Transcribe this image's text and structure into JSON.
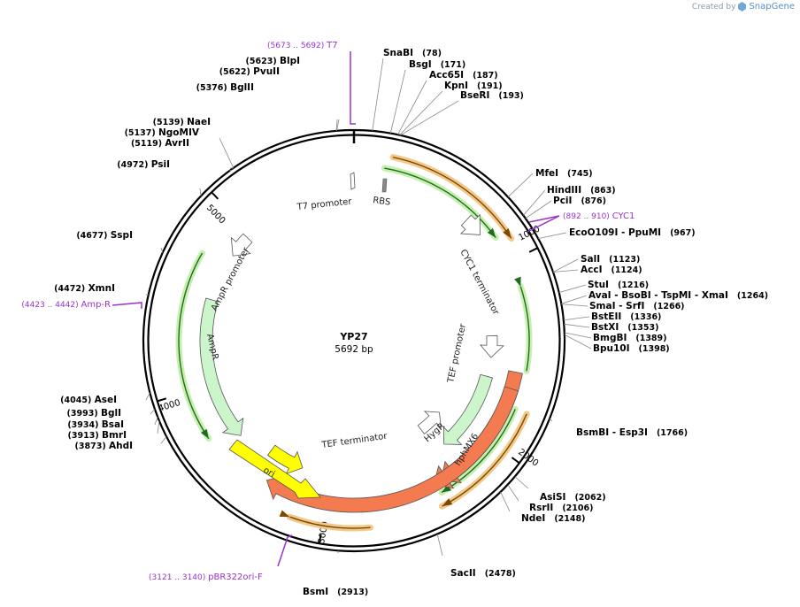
{
  "credit": {
    "prefix": "Created by",
    "brand": "SnapGene"
  },
  "plasmid": {
    "name": "YP27",
    "length_label": "5692 bp"
  },
  "ticks": [
    "1000",
    "2000",
    "3000",
    "4000",
    "5000"
  ],
  "sites": [
    {
      "name": "SnaBI",
      "pos": "(78)"
    },
    {
      "name": "BsgI",
      "pos": "(171)"
    },
    {
      "name": "Acc65I",
      "pos": "(187)"
    },
    {
      "name": "KpnI",
      "pos": "(191)"
    },
    {
      "name": "BseRI",
      "pos": "(193)"
    },
    {
      "name": "MfeI",
      "pos": "(745)"
    },
    {
      "name": "HindIII",
      "pos": "(863)"
    },
    {
      "name": "PciI",
      "pos": "(876)"
    },
    {
      "name": "EcoO109I - PpuMI",
      "pos": "(967)"
    },
    {
      "name": "SalI",
      "pos": "(1123)"
    },
    {
      "name": "AccI",
      "pos": "(1124)"
    },
    {
      "name": "StuI",
      "pos": "(1216)"
    },
    {
      "name": "AvaI - BsoBI - TspMI - XmaI",
      "pos": "(1264)"
    },
    {
      "name": "SmaI - SrfI",
      "pos": "(1266)"
    },
    {
      "name": "BstEII",
      "pos": "(1336)"
    },
    {
      "name": "BstXI",
      "pos": "(1353)"
    },
    {
      "name": "BmgBI",
      "pos": "(1389)"
    },
    {
      "name": "Bpu10I",
      "pos": "(1398)"
    },
    {
      "name": "BsmBI - Esp3I",
      "pos": "(1766)"
    },
    {
      "name": "AsiSI",
      "pos": "(2062)"
    },
    {
      "name": "RsrII",
      "pos": "(2106)"
    },
    {
      "name": "NdeI",
      "pos": "(2148)"
    },
    {
      "name": "SacII",
      "pos": "(2478)"
    },
    {
      "name": "BsmI",
      "pos": "(2913)"
    },
    {
      "name": "AhdI",
      "pos": "(3873)"
    },
    {
      "name": "BmrI",
      "pos": "(3913)"
    },
    {
      "name": "BsaI",
      "pos": "(3934)"
    },
    {
      "name": "BglI",
      "pos": "(3993)"
    },
    {
      "name": "AseI",
      "pos": "(4045)"
    },
    {
      "name": "XmnI",
      "pos": "(4472)"
    },
    {
      "name": "SspI",
      "pos": "(4677)"
    },
    {
      "name": "PsiI",
      "pos": "(4972)"
    },
    {
      "name": "AvrII",
      "pos": "(5119)"
    },
    {
      "name": "NgoMIV",
      "pos": "(5137)"
    },
    {
      "name": "NaeI",
      "pos": "(5139)"
    },
    {
      "name": "BglII",
      "pos": "(5376)"
    },
    {
      "name": "PvuII",
      "pos": "(5622)"
    },
    {
      "name": "BlpI",
      "pos": "(5623)"
    }
  ],
  "primers": [
    {
      "name": "T7",
      "range": "(5673 .. 5692)"
    },
    {
      "name": "CYC1",
      "range": "(892 .. 910)"
    },
    {
      "name": "Amp-R",
      "range": "(4423 .. 4442)"
    },
    {
      "name": "pBR322ori-F",
      "range": "(3121 .. 3140)"
    }
  ],
  "features": {
    "t7_promoter": "T7 promoter",
    "rbs": "RBS",
    "cyc1_terminator": "CYC1 terminator",
    "tef_promoter": "TEF promoter",
    "hygr": "HygR",
    "hphmx6": "hphMX6",
    "tef_terminator": "TEF terminator",
    "ori": "ori",
    "ampr_promoter": "AmpR promoter",
    "ampr": "AmpR"
  },
  "colors": {
    "hphmx6": "#f47a4f",
    "hygr": "#ccf5cc",
    "ori": "#ffff00",
    "ampr": "#ccf5cc",
    "primer": "#9933cc",
    "orf_outer": "#f3c98b",
    "orf_inner": "#c7f0b0"
  }
}
